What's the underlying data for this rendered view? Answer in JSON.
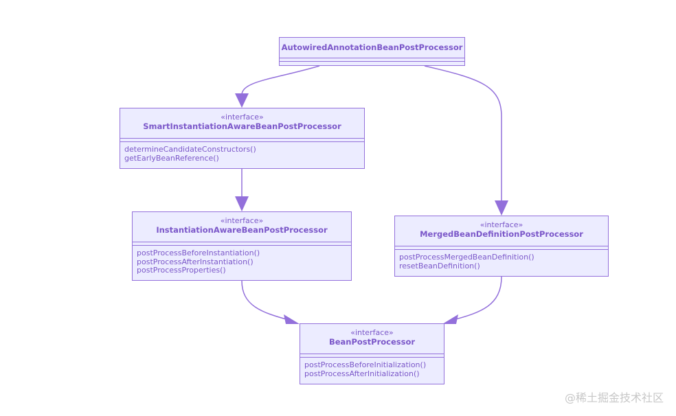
{
  "classes": {
    "autowired": {
      "name": "AutowiredAnnotationBeanPostProcessor",
      "stereotype": "",
      "methods": []
    },
    "smart": {
      "name": "SmartInstantiationAwareBeanPostProcessor",
      "stereotype": "«interface»",
      "methods": [
        "determineCandidateConstructors()",
        "getEarlyBeanReference()"
      ]
    },
    "instantiation": {
      "name": "InstantiationAwareBeanPostProcessor",
      "stereotype": "«interface»",
      "methods": [
        "postProcessBeforeInstantiation()",
        "postProcessAfterInstantiation()",
        "postProcessProperties()"
      ]
    },
    "merged": {
      "name": "MergedBeanDefinitionPostProcessor",
      "stereotype": "«interface»",
      "methods": [
        "postProcessMergedBeanDefinition()",
        "resetBeanDefinition()"
      ]
    },
    "bean": {
      "name": "BeanPostProcessor",
      "stereotype": "«interface»",
      "methods": [
        "postProcessBeforeInitialization()",
        "postProcessAfterInitialization()"
      ]
    }
  },
  "relations": [
    {
      "from": "autowired",
      "to": "smart"
    },
    {
      "from": "autowired",
      "to": "merged"
    },
    {
      "from": "smart",
      "to": "instantiation"
    },
    {
      "from": "instantiation",
      "to": "bean"
    },
    {
      "from": "merged",
      "to": "bean"
    }
  ],
  "colors": {
    "fill": "#ececff",
    "stroke": "#9370db",
    "text": "#7b57c9",
    "arrow": "#9370db"
  },
  "watermark": "@稀土掘金技术社区"
}
